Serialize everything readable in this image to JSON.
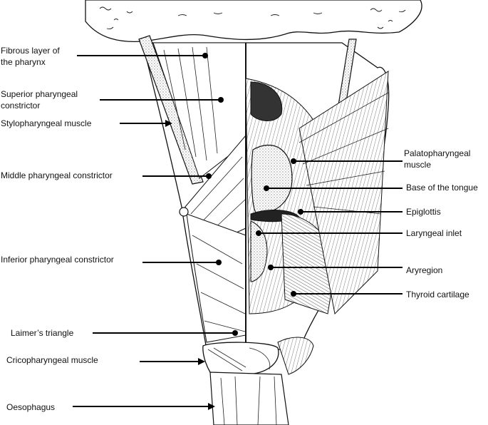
{
  "figure": {
    "labels_left": [
      {
        "id": "fibrous",
        "text": "Fibrous layer of\nthe pharynx"
      },
      {
        "id": "superior",
        "text": "Superior pharyngeal\nconstrictor"
      },
      {
        "id": "stylo",
        "text": "Stylopharyngeal muscle"
      },
      {
        "id": "middle",
        "text": "Middle pharyngeal constrictor"
      },
      {
        "id": "inferior",
        "text": "Inferior pharyngeal constrictor"
      },
      {
        "id": "laimer",
        "text": "Laimer’s triangle"
      },
      {
        "id": "crico",
        "text": "Cricopharyngeal muscle"
      },
      {
        "id": "oeso",
        "text": "Oesophagus"
      }
    ],
    "labels_right": [
      {
        "id": "palato",
        "text": "Palatopharyngeal\nmuscle"
      },
      {
        "id": "tongue",
        "text": "Base of the tongue"
      },
      {
        "id": "epiglottis",
        "text": "Epiglottis"
      },
      {
        "id": "laryngeal",
        "text": "Laryngeal inlet"
      },
      {
        "id": "aryregion",
        "text": "Aryregion"
      },
      {
        "id": "thyroid",
        "text": "Thyroid cartilage"
      }
    ],
    "colors": {
      "ink": "#111111",
      "background": "#ffffff",
      "stipple": "#888888"
    }
  }
}
